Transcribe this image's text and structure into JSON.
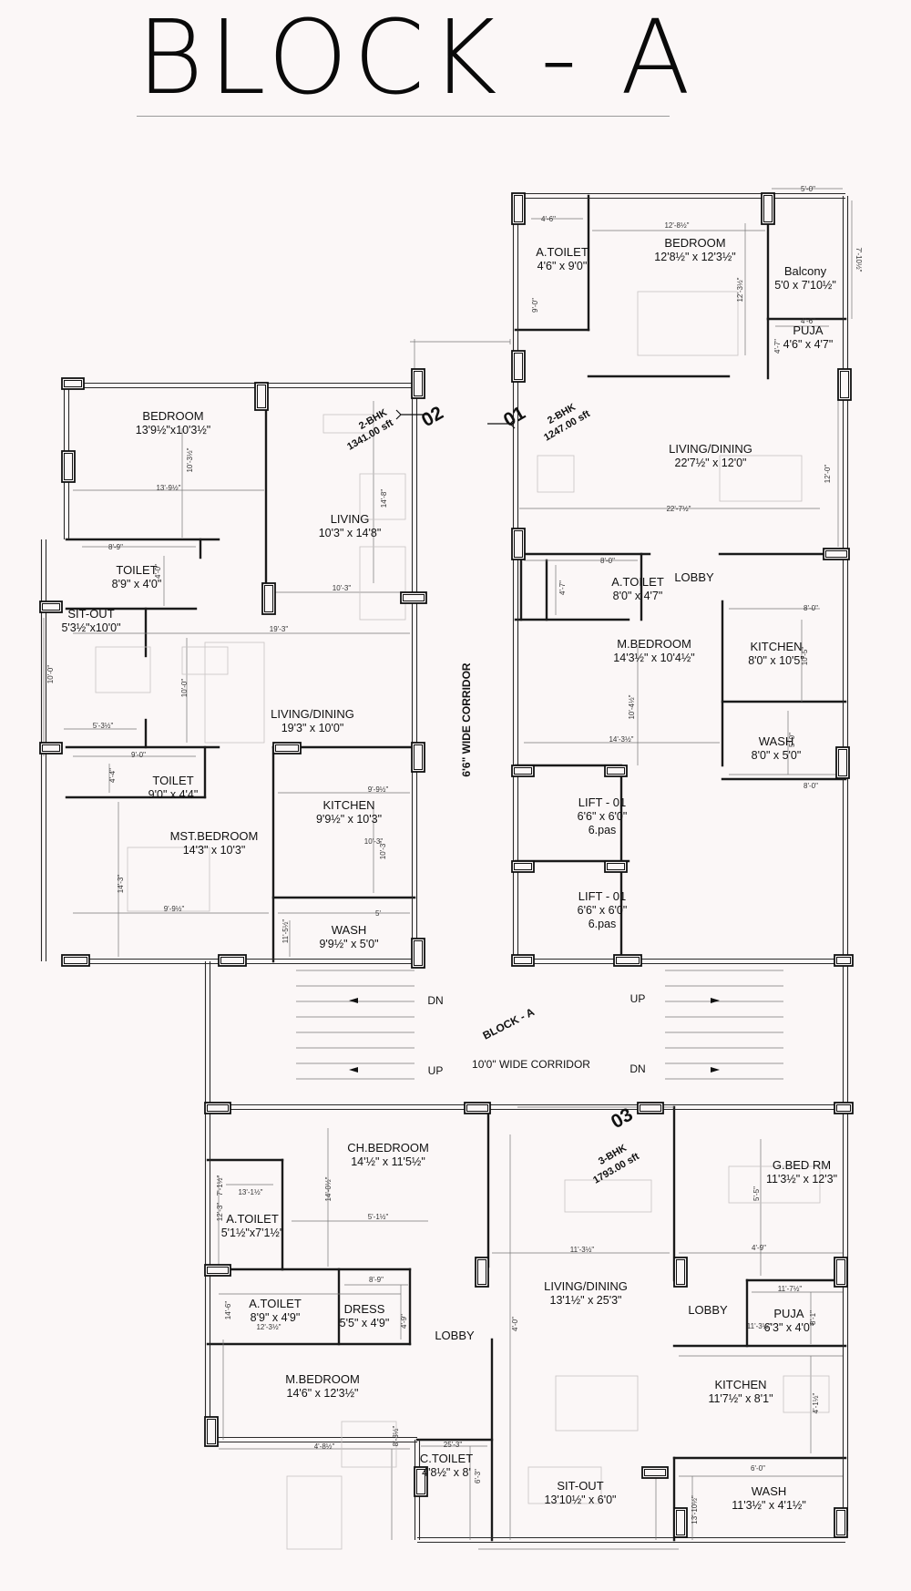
{
  "title": "BLOCK - A",
  "units": [
    {
      "number": "01",
      "type": "2-BHK",
      "area": "1247.00 sft"
    },
    {
      "number": "02",
      "type": "2-BHK",
      "area": "1341.00 sft"
    },
    {
      "number": "03",
      "type": "3-BHK",
      "area": "1793.00 sft"
    }
  ],
  "rooms": [
    {
      "name": "A.TOILET",
      "dims": "4'6\" x 9'0\""
    },
    {
      "name": "BEDROOM",
      "dims": "12'8½\" x 12'3½\""
    },
    {
      "name": "Balcony",
      "dims": "5'0 x 7'10½\""
    },
    {
      "name": "PUJA",
      "dims": "4'6\" x 4'7\""
    },
    {
      "name": "LIVING/DINING",
      "dims": "22'7½\" x 12'0\""
    },
    {
      "name": "A.TOILET",
      "dims": "8'0\" x 4'7\""
    },
    {
      "name": "LOBBY",
      "dims": ""
    },
    {
      "name": "M.BEDROOM",
      "dims": "14'3½\" x 10'4½\""
    },
    {
      "name": "KITCHEN",
      "dims": "8'0\" x 10'5\""
    },
    {
      "name": "WASH",
      "dims": "8'0\" x 5'0\""
    },
    {
      "name": "LIFT - 01",
      "dims": "6'6\" x 6'0\"",
      "extra": "6.pas"
    },
    {
      "name": "LIFT - 01",
      "dims": "6'6\" x 6'0\"",
      "extra": "6.pas"
    },
    {
      "name": "BEDROOM",
      "dims": "13'9½\"x10'3½\""
    },
    {
      "name": "LIVING",
      "dims": "10'3\" x 14'8\""
    },
    {
      "name": "TOILET",
      "dims": "8'9\" x 4'0\""
    },
    {
      "name": "SIT-OUT",
      "dims": "5'3½\"x10'0\""
    },
    {
      "name": "LIVING/DINING",
      "dims": "19'3\" x 10'0\""
    },
    {
      "name": "TOILET",
      "dims": "9'0\" x 4'4\""
    },
    {
      "name": "MST.BEDROOM",
      "dims": "14'3\" x 10'3\""
    },
    {
      "name": "KITCHEN",
      "dims": "9'9½\" x 10'3\""
    },
    {
      "name": "WASH",
      "dims": "9'9½\" x 5'0\""
    },
    {
      "name": "CH.BEDROOM",
      "dims": "14'½\" x 11'5½\""
    },
    {
      "name": "A.TOILET",
      "dims": "5'1½\"x7'1½\""
    },
    {
      "name": "A.TOILET",
      "dims": "8'9\" x 4'9\""
    },
    {
      "name": "DRESS",
      "dims": "5'5\" x 4'9\""
    },
    {
      "name": "LOBBY",
      "dims": ""
    },
    {
      "name": "M.BEDROOM",
      "dims": "14'6\" x 12'3½\""
    },
    {
      "name": "C.TOILET",
      "dims": "4'8½\" x 8'"
    },
    {
      "name": "LIVING/DINING",
      "dims": "13'1½\" x 25'3\""
    },
    {
      "name": "SIT-OUT",
      "dims": "13'10½\" x 6'0\""
    },
    {
      "name": "G.BED RM",
      "dims": "11'3½\" x 12'3\""
    },
    {
      "name": "LOBBY",
      "dims": ""
    },
    {
      "name": "PUJA",
      "dims": "6'3\" x 4'0\""
    },
    {
      "name": "KITCHEN",
      "dims": "11'7½\" x 8'1\""
    },
    {
      "name": "WASH",
      "dims": "11'3½\" x 4'1½\""
    }
  ],
  "labels": {
    "corridor_vertical": "6'6\" WIDE CORRIDOR",
    "block_label": "BLOCK - A",
    "corridor_main": "10'0\" WIDE  CORRIDOR",
    "dn": "DN",
    "up": "UP"
  },
  "dimensions": [
    "4'-6\"",
    "12'-8½\"",
    "5'-0\"",
    "7'-10½\"",
    "9'-0\"",
    "12'-3½\"",
    "4'-6\"",
    "4'-7\"",
    "22'-7½\"",
    "12'-0\"",
    "8'-0\"",
    "4'-7\"",
    "8'-0\"",
    "10'-5\"",
    "10'-4½\"",
    "14'-3½\"",
    "5'-0\"",
    "8'-0\"",
    "10'-3½\"",
    "13'-9½\"",
    "14'-8\"",
    "8'-9\"",
    "4'-0\"",
    "10'-3\"",
    "19'-3\"",
    "10'-0\"",
    "10'-0\"",
    "5'-3½\"",
    "9'-0\"",
    "4'-4\"",
    "9'-9½\"",
    "10'-3\"",
    "10'-3\"",
    "14'-3\"",
    "9'-9½\"",
    "5'",
    "11'-5½\"",
    "14'-0½\"",
    "5'-1½\"",
    "7'-1½\"",
    "13'-1½\"",
    "12'-3\"",
    "11'-3½\"",
    "5'-5\"",
    "4'-9\"",
    "8'-9\"",
    "4'-9\"",
    "12'-3½\"",
    "14'-6\"",
    "4'-8½\"",
    "8'-3½\"",
    "25'-3\"",
    "6'-3\"",
    "4'-0\"",
    "11'-7½\"",
    "8'-1\"",
    "11'-3½\"",
    "4'-1½\"",
    "6'-0\"",
    "13'-10½\""
  ]
}
